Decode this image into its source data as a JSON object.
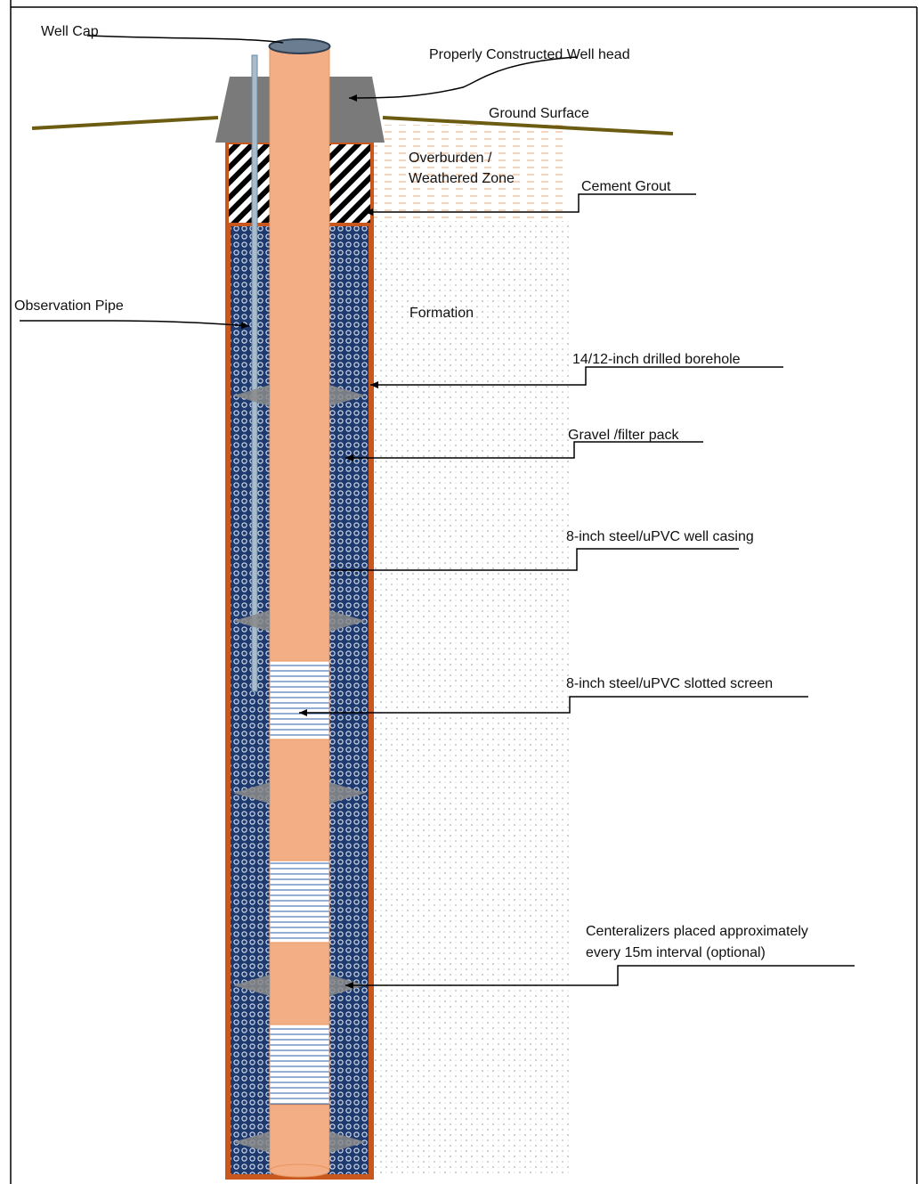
{
  "labels": {
    "well_cap": "Well Cap",
    "wellhead": "Properly Constructed Well head",
    "ground_surface": "Ground Surface",
    "overburden_line1": "Overburden /",
    "overburden_line2": "Weathered Zone",
    "cement_grout": "Cement Grout",
    "observation_pipe": "Observation Pipe",
    "formation": "Formation",
    "borehole": "14/12-inch drilled borehole",
    "gravel_pack": "Gravel /filter pack",
    "casing": "8-inch steel/uPVC well casing",
    "slotted_screen": "8-inch steel/uPVC slotted screen",
    "centralizers_line1": "Centeralizers placed approximately",
    "centralizers_line2": "every 15m interval (optional)"
  },
  "colors": {
    "casing": "#f4ae85",
    "casing_edge": "#e8955f",
    "borehole_edge": "#c9581e",
    "gravel_bg": "#1f3a6e",
    "wellhead": "#7a7a7a",
    "ground_line": "#6b5c12",
    "overburden_dash": "#f0a878",
    "formation_dot": "#999999",
    "screen_line": "#2f5da8"
  }
}
